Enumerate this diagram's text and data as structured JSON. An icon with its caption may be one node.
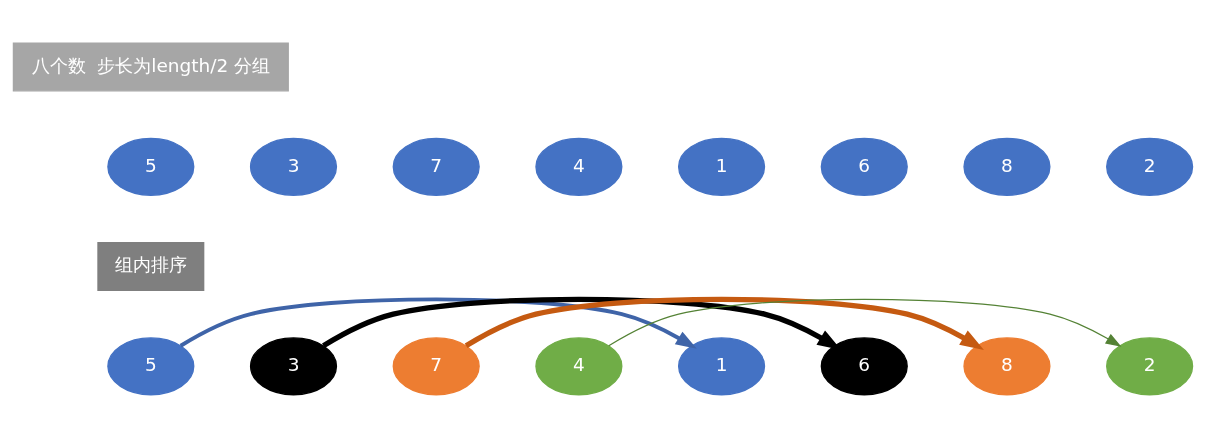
{
  "diagram": {
    "nodes": [
      {
        "text": [
          "八个数  步长为length/2 分组"
        ]
      },
      {
        "text": [
          "5"
        ]
      },
      {
        "text": [
          "3"
        ]
      },
      {
        "text": [
          "7"
        ]
      },
      {
        "text": [
          "4"
        ]
      },
      {
        "text": [
          "1"
        ]
      },
      {
        "text": [
          "6"
        ]
      },
      {
        "text": [
          "8"
        ]
      },
      {
        "text": [
          "2"
        ]
      },
      {
        "text": [
          "组内排序"
        ]
      },
      {
        "text": [
          "5"
        ]
      },
      {
        "text": [
          "3"
        ]
      },
      {
        "text": [
          "7"
        ]
      },
      {
        "text": [
          "4"
        ]
      },
      {
        "text": [
          "1"
        ]
      },
      {
        "text": [
          "6"
        ]
      },
      {
        "text": [
          "8"
        ]
      },
      {
        "text": [
          "2"
        ]
      }
    ],
    "edges": [
      {
        "from": 10,
        "to": 14,
        "arrow": "to",
        "color": "#3f64a8"
      },
      {
        "from": 11,
        "to": 15,
        "arrow": "to",
        "color": "#000000"
      },
      {
        "from": 12,
        "to": 16,
        "arrow": "to",
        "color": "#c55a11"
      },
      {
        "from": 13,
        "to": 17,
        "arrow": "to",
        "color": "#548235"
      }
    ]
  }
}
